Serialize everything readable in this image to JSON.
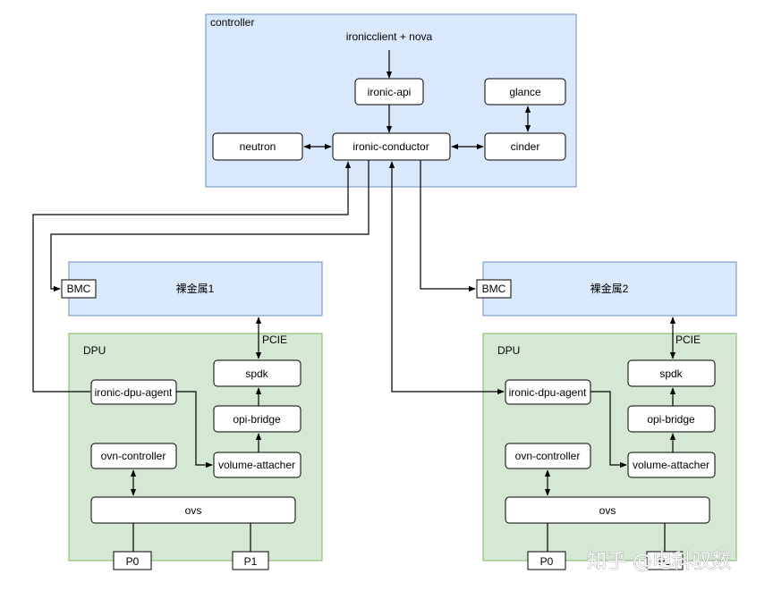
{
  "controller": {
    "title": "controller",
    "client": "ironicclient + nova",
    "api": "ironic-api",
    "conductor": "ironic-conductor",
    "neutron": "neutron",
    "glance": "glance",
    "cinder": "cinder"
  },
  "metal1": {
    "title": "裸金属1",
    "bmc": "BMC"
  },
  "metal2": {
    "title": "裸金属2",
    "bmc": "BMC"
  },
  "dpu1": {
    "title": "DPU",
    "pcie": "PCIE",
    "agent": "ironic-dpu-agent",
    "spdk": "spdk",
    "opi": "opi-bridge",
    "ovn": "ovn-controller",
    "attacher": "volume-attacher",
    "ovs": "ovs",
    "p0": "P0",
    "p1": "P1"
  },
  "dpu2": {
    "title": "DPU",
    "pcie": "PCIE",
    "agent": "ironic-dpu-agent",
    "spdk": "spdk",
    "opi": "opi-bridge",
    "ovn": "ovn-controller",
    "attacher": "volume-attacher",
    "ovs": "ovs",
    "p0": "P0",
    "p1": "P1"
  },
  "watermark": "知乎 @电科驭数"
}
